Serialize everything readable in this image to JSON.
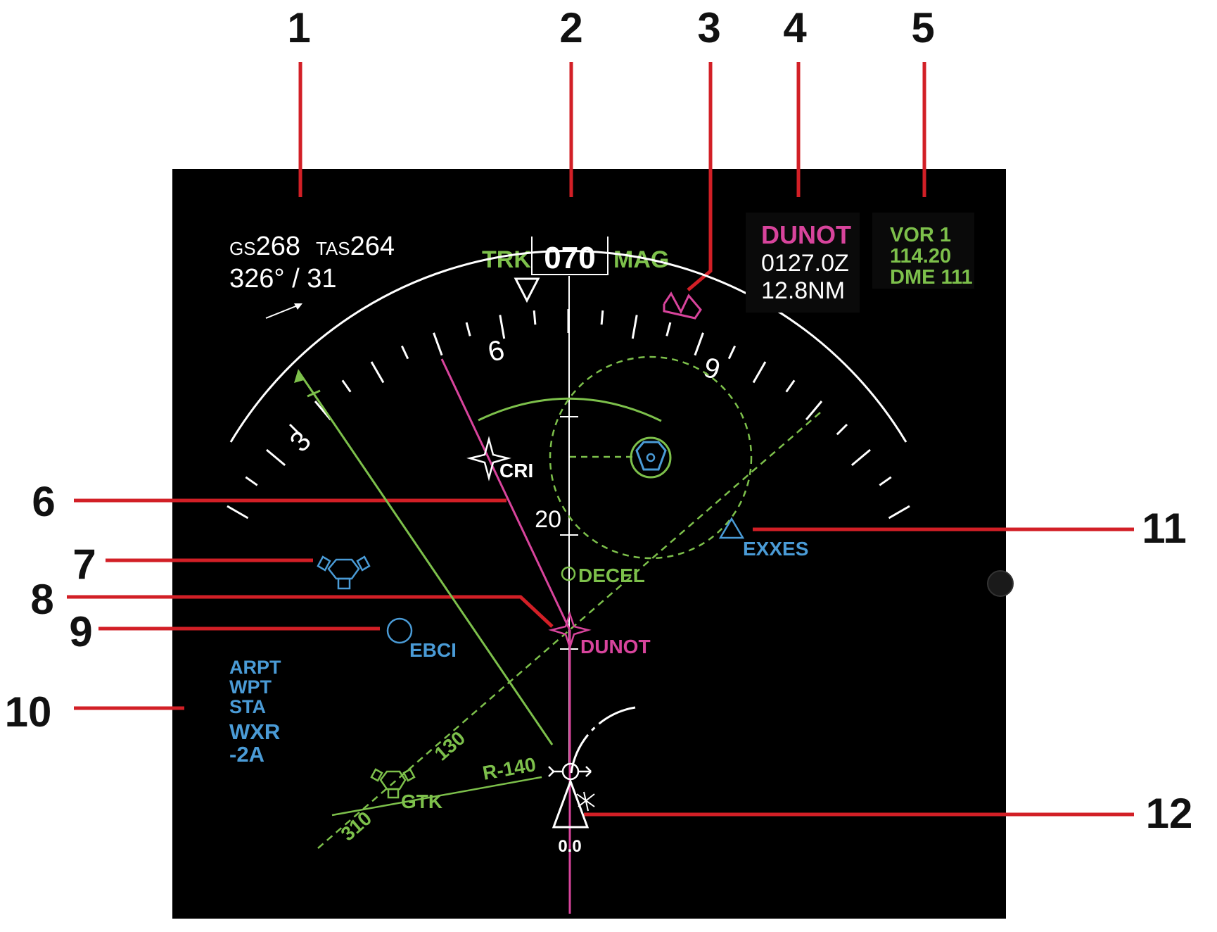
{
  "callouts": {
    "c1": "1",
    "c2": "2",
    "c3": "3",
    "c4": "4",
    "c5": "5",
    "c6": "6",
    "c7": "7",
    "c8": "8",
    "c9": "9",
    "c10": "10",
    "c11": "11",
    "c12": "12"
  },
  "speed": {
    "gs_label": "GS",
    "gs_value": "268",
    "tas_label": "TAS",
    "tas_value": "264",
    "wind": "326° / 31"
  },
  "heading": {
    "trk_label": "TRK",
    "value": "070",
    "ref": "MAG"
  },
  "scale": {
    "label_3": "3",
    "label_6": "6",
    "label_9": "9"
  },
  "range_marker": "20",
  "waypoint_info": {
    "name": "DUNOT",
    "time": "0127.0Z",
    "distance": "12.8NM"
  },
  "nav_source": {
    "line1": "VOR 1",
    "line2": "114.20",
    "line3": "DME 111"
  },
  "map_labels": {
    "cri": "CRI",
    "decel": "DECEL",
    "dunot": "DUNOT",
    "ebci": "EBCI",
    "exxes": "EXXES",
    "gtk": "GTK",
    "radial": "R-140",
    "course_130": "130",
    "course_310": "310"
  },
  "options_panel": {
    "arpt": "ARPT",
    "wpt": "WPT",
    "sta": "STA",
    "wxr": "WXR",
    "tilt": "-2A"
  },
  "aircraft_offset": "0.0",
  "colors": {
    "white": "#ffffff",
    "green": "#7dc04b",
    "magenta": "#d8449c",
    "cyan": "#4a9bd6",
    "red": "#d21f26",
    "background": "#000000"
  }
}
